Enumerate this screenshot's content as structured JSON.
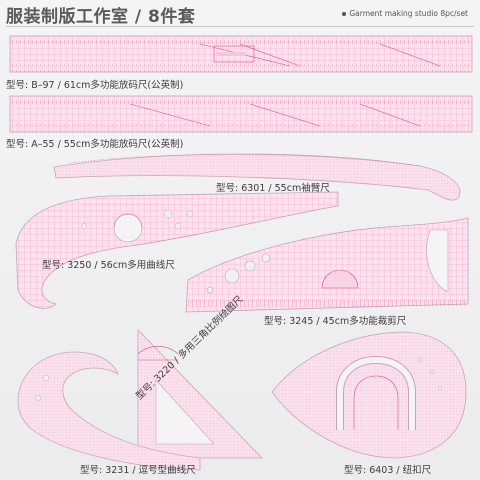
{
  "header": {
    "title": "服装制版工作室 / 8件套",
    "subtitle": "Garment making studio 8pc/set"
  },
  "products": [
    {
      "id": "b97",
      "label": "型号: B–97 / 61cm多功能放码尺(公英制)"
    },
    {
      "id": "a55",
      "label": "型号: A–55 / 55cm多功能放码尺(公英制)"
    },
    {
      "id": "6301",
      "label": "型号: 6301 / 55cm袖臂尺"
    },
    {
      "id": "3250",
      "label": "型号: 3250 / 56cm多用曲线尺"
    },
    {
      "id": "3245",
      "label": "型号: 3245 / 45cm多功能裁剪尺"
    },
    {
      "id": "3220",
      "label": "型号: 3220 / 多用三角比例绘图尺"
    },
    {
      "id": "3231",
      "label": "型号: 3231 / 逗号型曲线尺"
    },
    {
      "id": "6403",
      "label": "型号: 6403 / 纽扣尺"
    }
  ],
  "colors": {
    "ruler_fill": "#fbe3ee",
    "ruler_line": "#e06a9c",
    "ruler_edge": "#c9a3b5",
    "label_text": "#3c3c3c"
  }
}
